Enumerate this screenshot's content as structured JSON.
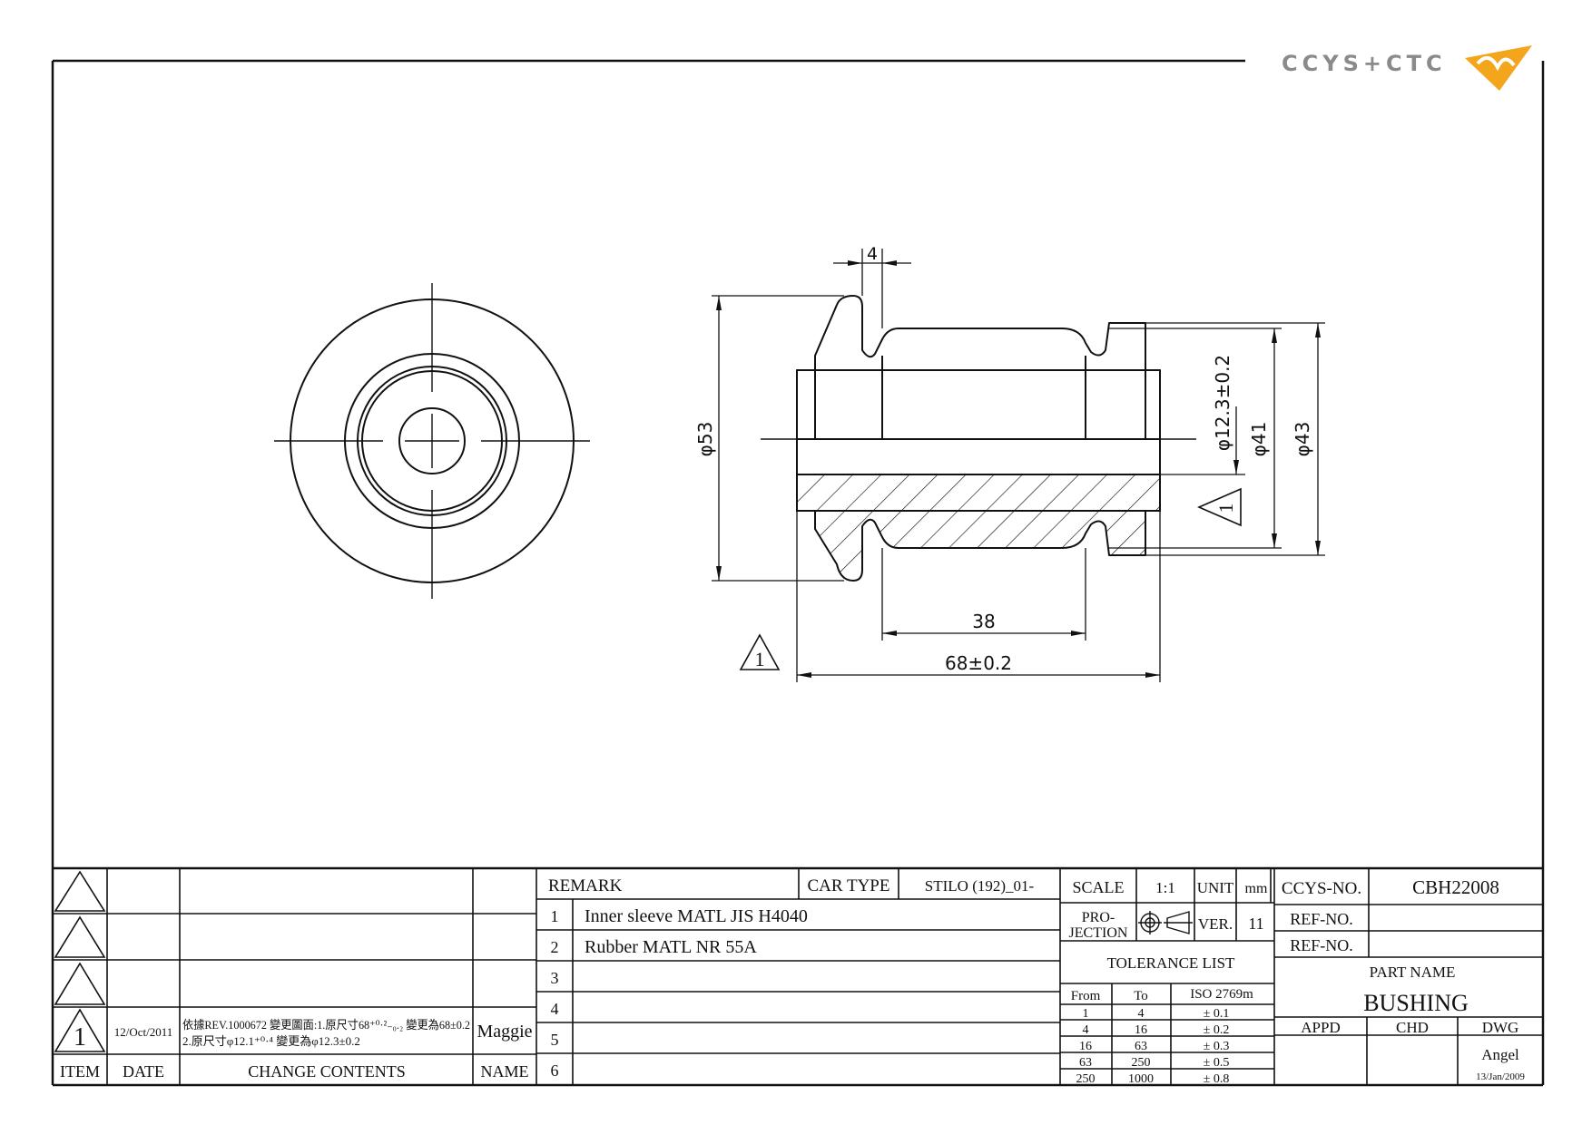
{
  "brand": {
    "logo_text": "CCYS+CTC",
    "accent_color": "#f3a51c",
    "gray_color": "#8a8a8a"
  },
  "dimensions": {
    "top_width": "4",
    "dia_53": "φ53",
    "dia_12": "φ12.3±0.2",
    "dia_41": "φ41",
    "dia_43": "φ43",
    "len_38": "38",
    "len_68": "68±0.2",
    "rev_mark": "1"
  },
  "revisions": {
    "headers": {
      "item": "ITEM",
      "date": "DATE",
      "contents": "CHANGE CONTENTS",
      "name": "NAME"
    },
    "rows": [
      {
        "item": "",
        "date": "",
        "content_line1": "",
        "content_line2": "",
        "name": ""
      },
      {
        "item": "",
        "date": "",
        "content_line1": "",
        "content_line2": "",
        "name": ""
      },
      {
        "item": "",
        "date": "",
        "content_line1": "",
        "content_line2": "",
        "name": ""
      },
      {
        "item": "1",
        "date": "12/Oct/2011",
        "content_line1": "依據REV.1000672 變更圖面:1.原尺寸68⁺⁰·²₋₀.₂ 變更為68±0.2",
        "content_line2": "2.原尺寸φ12.1⁺⁰·⁴ 變更為φ12.3±0.2",
        "name": "Maggie"
      }
    ]
  },
  "remarks": {
    "header": "REMARK",
    "car_type_label": "CAR TYPE",
    "car_type_value": "STILO (192)_01-",
    "rows": [
      {
        "no": "1",
        "text": "Inner sleeve MATL JIS H4040"
      },
      {
        "no": "2",
        "text": "Rubber MATL NR 55A"
      },
      {
        "no": "3",
        "text": ""
      },
      {
        "no": "4",
        "text": ""
      },
      {
        "no": "5",
        "text": ""
      },
      {
        "no": "6",
        "text": ""
      }
    ]
  },
  "info": {
    "scale_label": "SCALE",
    "scale_value": "1:1",
    "unit_label": "UNIT",
    "unit_value": "mm",
    "projection_line1": "PRO-",
    "projection_line2": "JECTION",
    "ver_label": "VER.",
    "ver_value": "11",
    "tolerance_title": "TOLERANCE LIST",
    "tol_from": "From",
    "tol_to": "To",
    "tol_std": "ISO 2769m",
    "tolerances": [
      {
        "from": "1",
        "to": "4",
        "tol": "± 0.1"
      },
      {
        "from": "4",
        "to": "16",
        "tol": "± 0.2"
      },
      {
        "from": "16",
        "to": "63",
        "tol": "± 0.3"
      },
      {
        "from": "63",
        "to": "250",
        "tol": "± 0.5"
      },
      {
        "from": "250",
        "to": "1000",
        "tol": "± 0.8"
      }
    ]
  },
  "title_block": {
    "ccys_no_label": "CCYS-NO.",
    "ccys_no_value": "CBH22008",
    "ref_no_label_1": "REF-NO.",
    "ref_no_label_2": "REF-NO.",
    "part_name_label": "PART NAME",
    "part_name_value": "BUSHING",
    "appd_label": "APPD",
    "chd_label": "CHD",
    "dwg_label": "DWG",
    "dwg_name": "Angel",
    "dwg_date": "13/Jan/2009"
  }
}
